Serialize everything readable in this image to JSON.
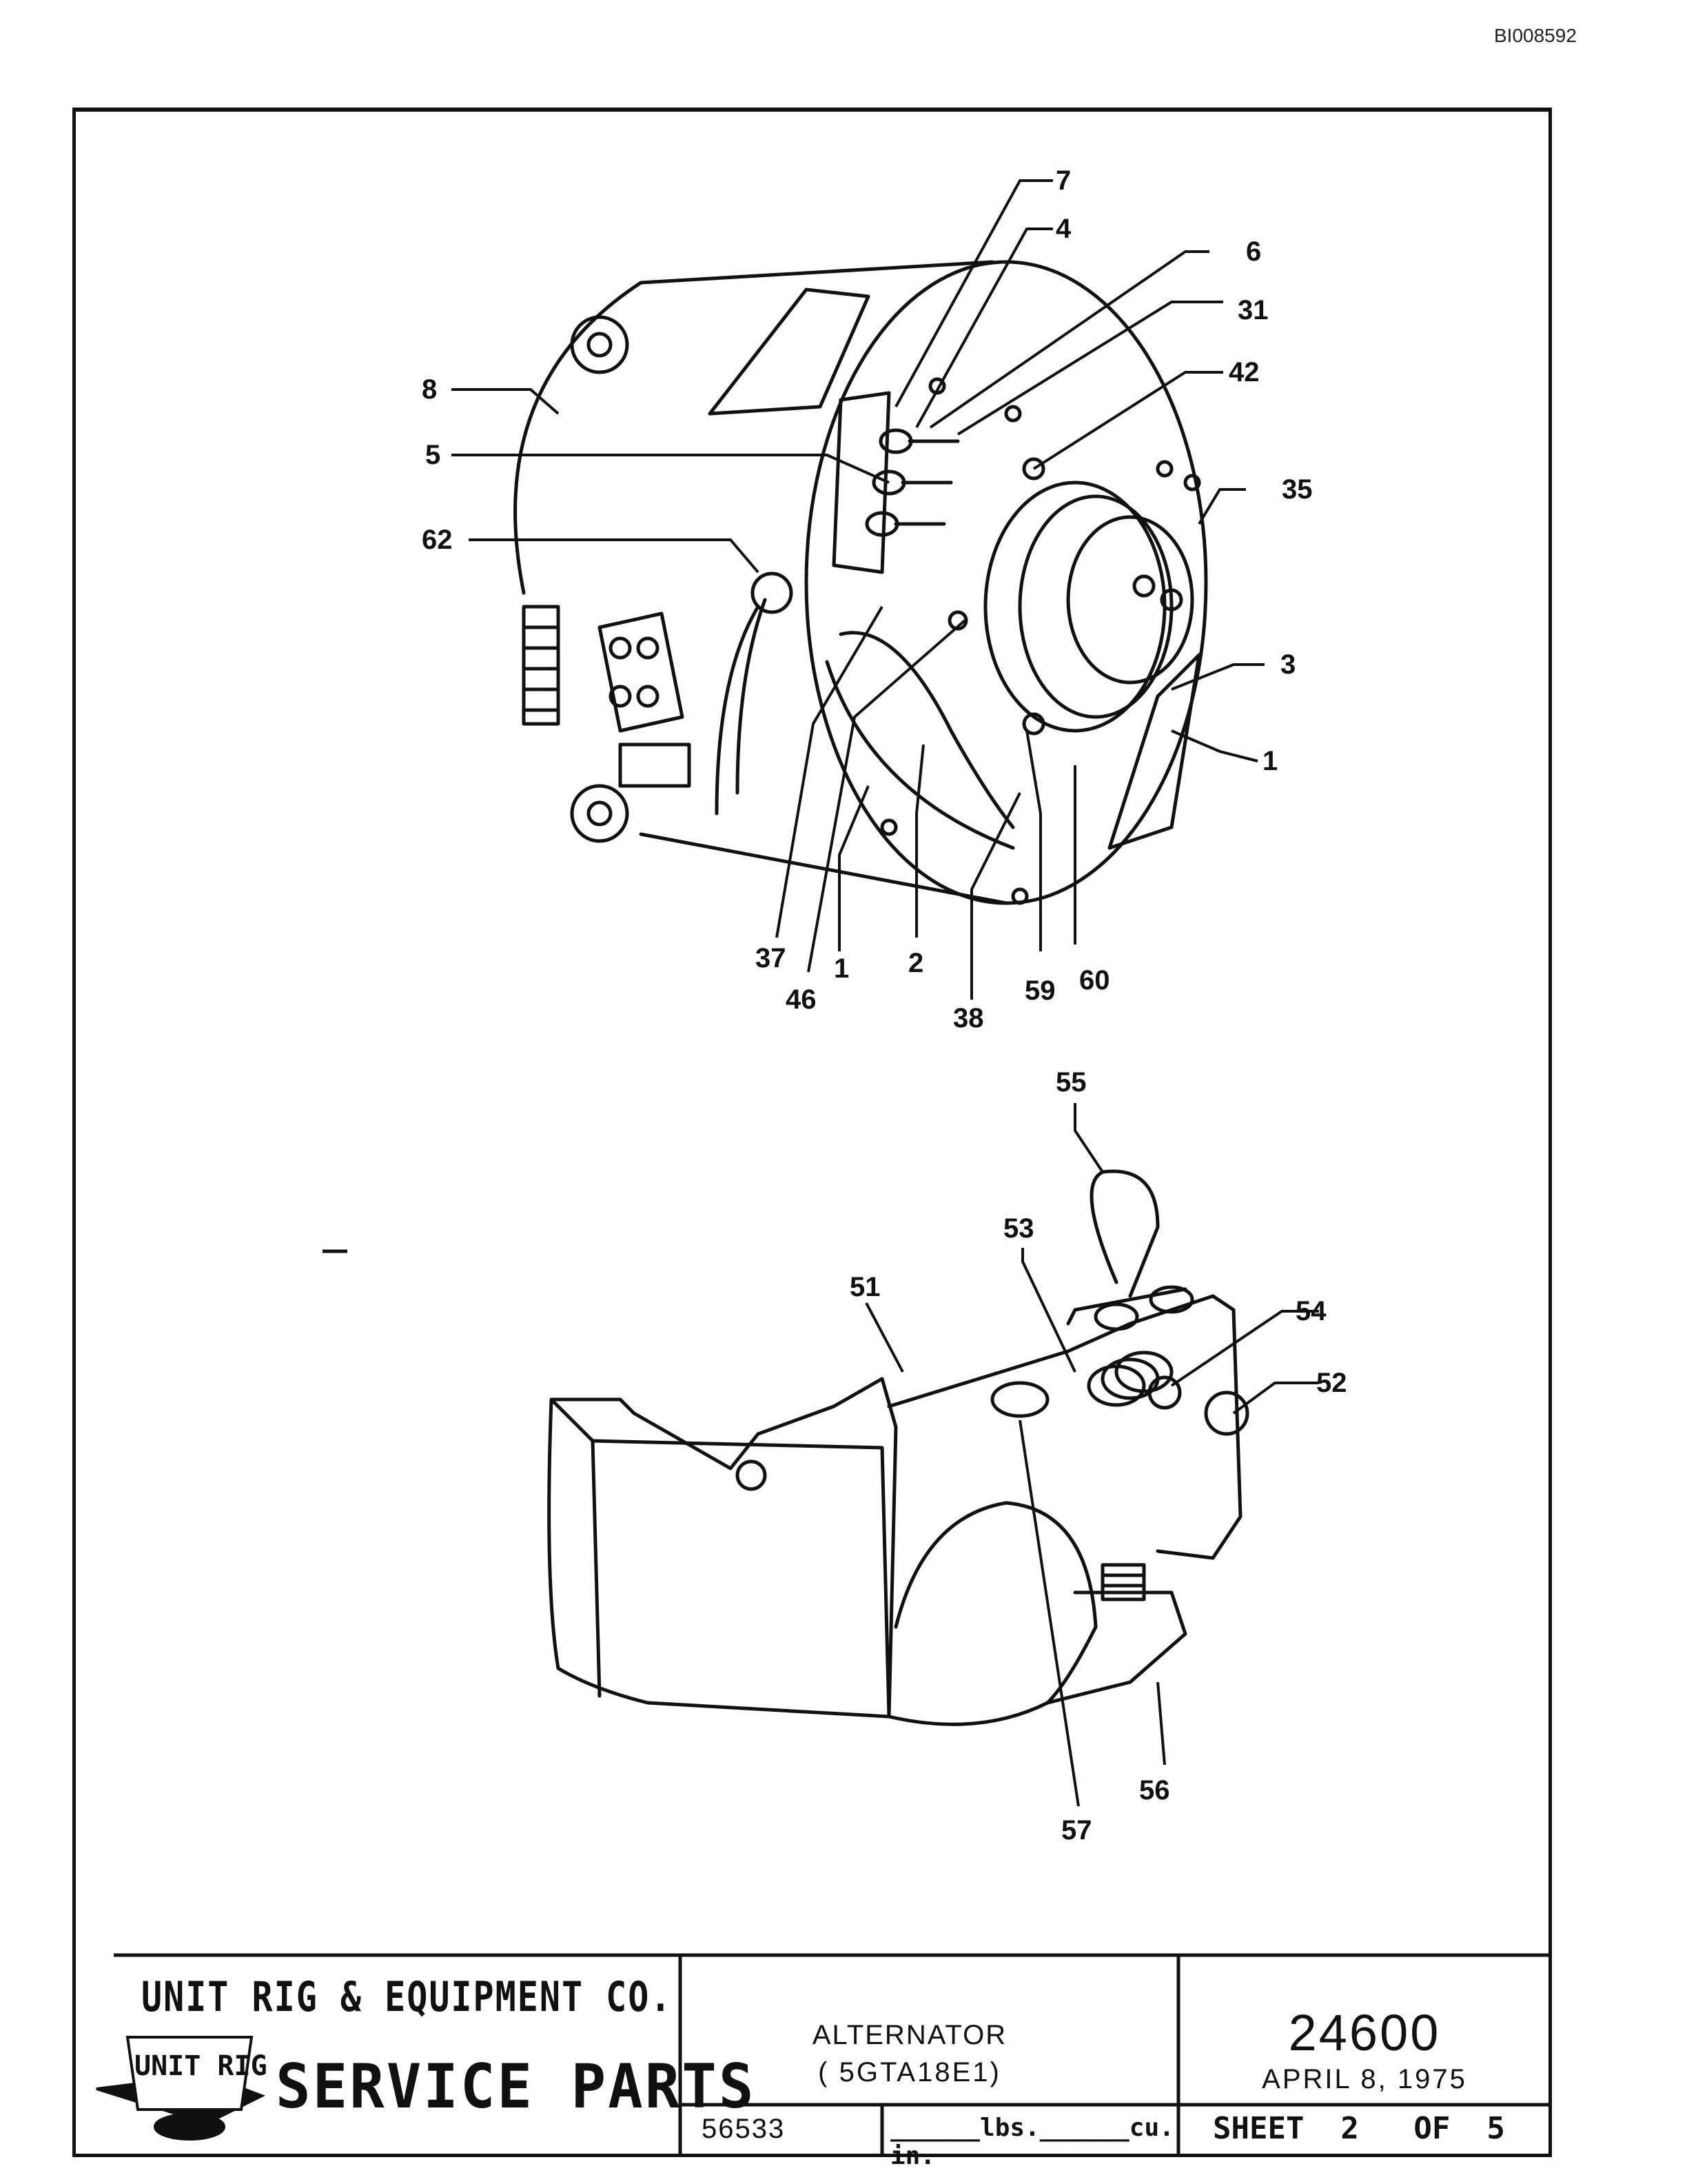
{
  "document_id": "BI008592",
  "callouts": [
    "7",
    "4",
    "6",
    "31",
    "42",
    "35",
    "8",
    "5",
    "62",
    "3",
    "1",
    "37",
    "46",
    "1",
    "2",
    "38",
    "59",
    "60",
    "55",
    "53",
    "51",
    "54",
    "52",
    "56",
    "57"
  ],
  "title_block": {
    "company": "UNIT RIG & EQUIPMENT CO.",
    "logo_text": "UNIT RIG",
    "service_parts": "SERVICE PARTS",
    "part_title": "ALTERNATOR",
    "model": "( 5GTA18E1)",
    "drawing_number": "24600",
    "date": "APRIL 8, 1975",
    "part_number": "56533",
    "weight_label": "______lbs.______cu. in.",
    "sheet_label": "SHEET  2   OF  5"
  }
}
